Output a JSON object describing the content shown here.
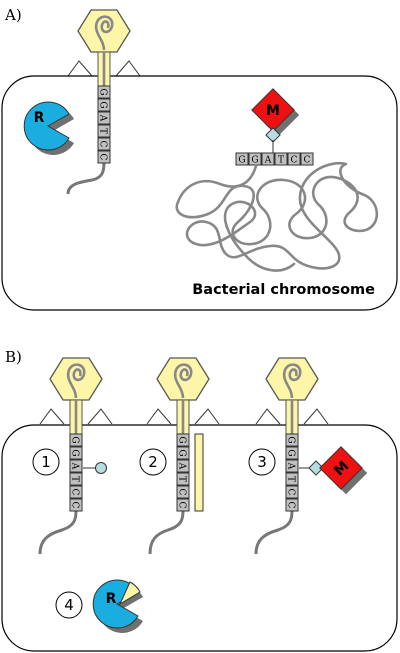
{
  "panel_a": {
    "letter": "A)",
    "sequence": [
      "G",
      "G",
      "A",
      "T",
      "C",
      "C"
    ],
    "restriction_enzyme": "R",
    "methylase": "M",
    "chromosome_label": "Bacterial chromosome"
  },
  "panel_b": {
    "letter": "B)",
    "sequence": [
      "G",
      "G",
      "A",
      "T",
      "C",
      "C"
    ],
    "steps": [
      "1",
      "2",
      "3",
      "4"
    ],
    "methylase": "M",
    "restriction_enzyme": "R"
  },
  "colors": {
    "phage_head": "#fdf6a8",
    "tail": "#fdf6a8",
    "restriction_enzyme": "#1aaee0",
    "methylase": "#ee1111",
    "methyl_group": "#b4dde4",
    "dna_box": "#c0c0c0",
    "shadow": "#707070",
    "dna_strand": "#777777"
  }
}
